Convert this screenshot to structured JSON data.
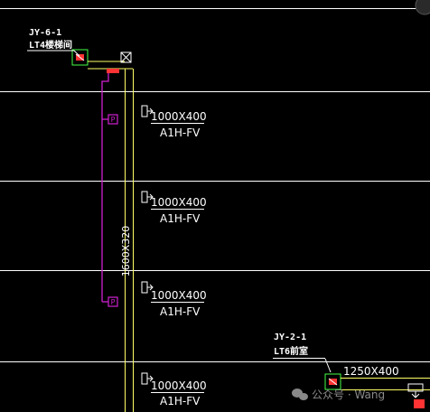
{
  "colors": {
    "background": "#000000",
    "floor_line": "#ffffff",
    "duct": "#ffff66",
    "text": "#ffffff",
    "pipe": "#d020d0",
    "fan_box": "#44ff44",
    "fan_inner": "#ff3333",
    "damper": "#ff3333",
    "watermark": "#888888"
  },
  "fans": [
    {
      "code": "JY-6-1",
      "location": "LT4楼梯间"
    },
    {
      "code": "JY-2-1",
      "location": "LT6前室"
    }
  ],
  "main_duct": {
    "size": "1600X320"
  },
  "branch_duct": {
    "size": "1250X400"
  },
  "outlets": [
    {
      "size": "1000X400",
      "type": "A1H-FV"
    },
    {
      "size": "1000X400",
      "type": "A1H-FV"
    },
    {
      "size": "1000X400",
      "type": "A1H-FV"
    },
    {
      "size": "1000X400",
      "type": "A1H-FV"
    }
  ],
  "pipe_labels": [
    "P",
    "P"
  ],
  "watermark": "公众号 · Wang"
}
